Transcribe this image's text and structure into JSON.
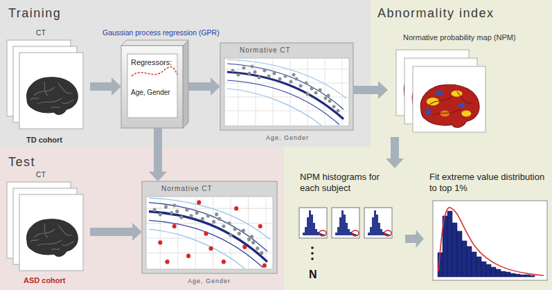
{
  "diagram": {
    "nodes": [
      {
        "text": [
          "Training"
        ]
      },
      {
        "text": [
          "CT",
          "TD cohort"
        ],
        "in": 0
      },
      {
        "text": [
          "Gaussian process regression (GPR)",
          "Regressors:",
          "Age, Gender"
        ],
        "in": 0
      },
      {
        "text": [
          "Normative CT",
          "Age, Gender"
        ],
        "in": 0
      },
      {
        "text": [
          "Abnormality index"
        ]
      },
      {
        "text": [
          "Normative probability map (NPM)"
        ],
        "in": 4
      },
      {
        "text": [
          "Test"
        ]
      },
      {
        "text": [
          "CT",
          "ASD cohort"
        ],
        "in": 6
      },
      {
        "text": [
          "Normative CT",
          "Age, Gender"
        ],
        "in": 6
      },
      {
        "text": [
          "NPM histograms for each subject",
          "N"
        ],
        "in": 4
      },
      {
        "text": [
          "Fit extreme value distribution to top 1%"
        ],
        "in": 4
      }
    ],
    "edges": [
      {
        "from": 1,
        "to": 2,
        "arrow": "to"
      },
      {
        "from": 2,
        "to": 3,
        "arrow": "to"
      },
      {
        "from": 3,
        "to": 5,
        "arrow": "to"
      },
      {
        "from": 2,
        "to": 8,
        "arrow": "to"
      },
      {
        "from": 7,
        "to": 8,
        "arrow": "to"
      },
      {
        "from": 5,
        "to": 9,
        "arrow": "to"
      },
      {
        "from": 9,
        "to": 10,
        "arrow": "to"
      }
    ]
  }
}
